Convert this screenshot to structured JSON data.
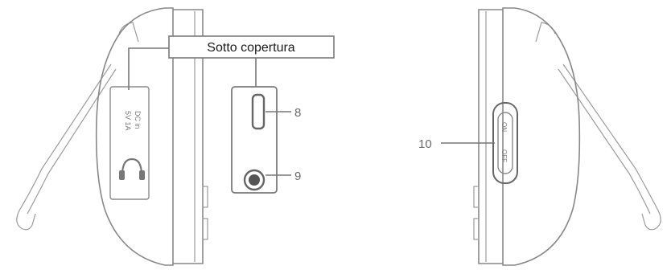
{
  "callouts": {
    "cover_label": "Sotto copertura",
    "port_text": [
      "DC in",
      "5V 1A"
    ],
    "switch_text": [
      "ON",
      "OFF"
    ],
    "numbers": {
      "n8": "8",
      "n9": "9",
      "n10": "10"
    }
  }
}
